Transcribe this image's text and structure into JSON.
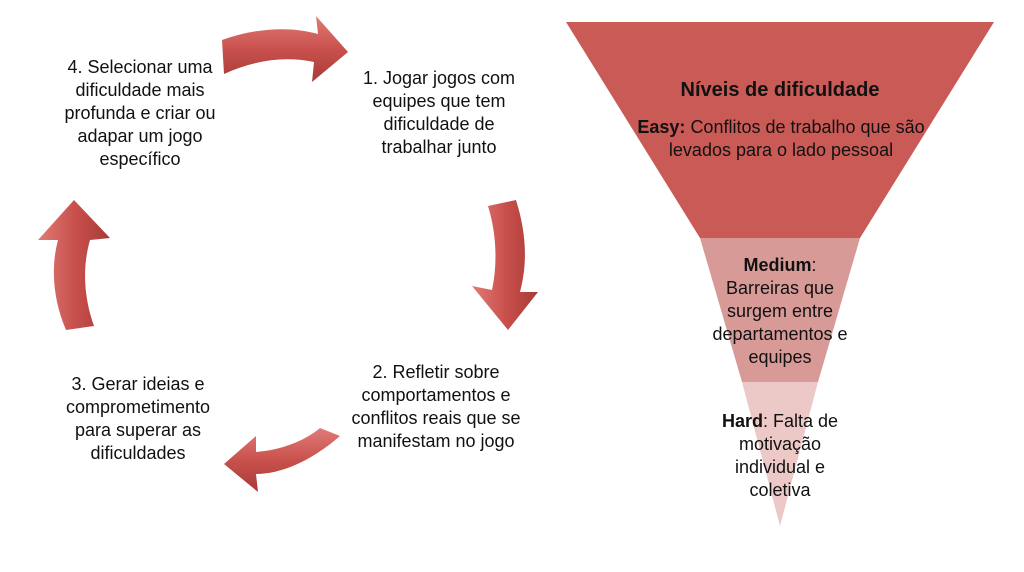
{
  "cycle": {
    "steps": [
      {
        "number": "1.",
        "text": "Jogar jogos com equipes que tem dificuldade de trabalhar junto"
      },
      {
        "number": "2.",
        "text": "Refletir sobre comportamentos e conflitos reais que se manifestam no jogo"
      },
      {
        "number": "3.",
        "text": "Gerar ideias e comprometimento para superar as dificuldades"
      },
      {
        "number": "4.",
        "text": "Selecionar uma dificuldade mais profunda e criar ou adapar um jogo específico"
      }
    ]
  },
  "funnel": {
    "title": "Níveis de dificuldade",
    "levels": [
      {
        "label": "Easy",
        "text": "Conflitos de trabalho que são levados para o lado pessoal",
        "color": "#c0504d"
      },
      {
        "label": "Medium",
        "text": "Barreiras que surgem entre departamentos e equipes",
        "color": "#d58f8d"
      },
      {
        "label": "Hard",
        "text": "Falta de motivação individual e coletiva",
        "color": "#e8c2c1"
      }
    ]
  },
  "colors": {
    "arrow": "#c0504d",
    "arrow_light": "#d9716e"
  }
}
